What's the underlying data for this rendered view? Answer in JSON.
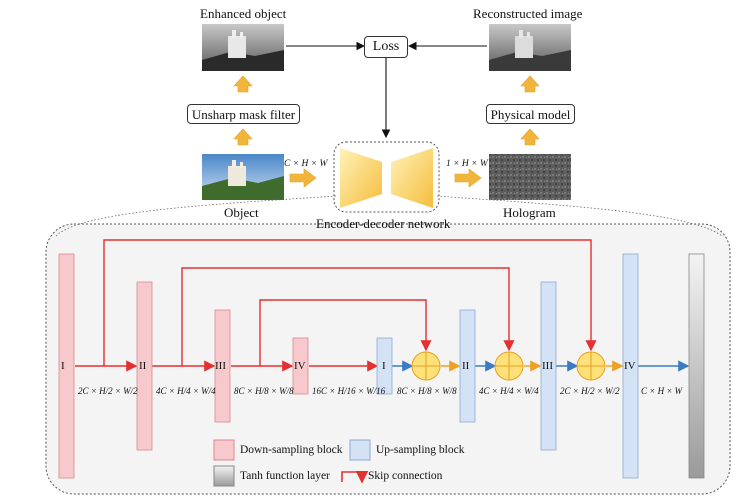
{
  "top": {
    "enhanced_label": "Enhanced object",
    "reconstructed_label": "Reconstructed image",
    "loss_label": "Loss",
    "unsharp_label": "Unsharp mask filter",
    "physical_label": "Physical model",
    "object_label": "Object",
    "hologram_label": "Hologram",
    "encdec_label": "Encoder-decoder network",
    "input_dim": "C × H × W",
    "output_dim": "1 × H × W"
  },
  "network": {
    "blocks": {
      "down_1": "I",
      "down_2": "II",
      "down_3": "III",
      "down_4": "IV",
      "up_1": "I",
      "up_2": "II",
      "up_3": "III",
      "up_4": "IV"
    },
    "dims": {
      "d1": "2C × H/2 × W/2",
      "d2": "4C × H/4 × W/4",
      "d3": "8C × H/8 × W/8",
      "d4": "16C × H/16 × W/16",
      "u1": "8C × H/8 × W/8",
      "u2": "4C × H/4 × W/4",
      "u3": "2C × H/2 × W/2",
      "u4": "C × H × W"
    }
  },
  "legend": {
    "down": "Down-sampling block",
    "up": "Up-sampling block",
    "tanh": "Tanh function layer",
    "skip": "Skip connection"
  },
  "colors": {
    "down_fill": "#f7c9cc",
    "down_stroke": "#d98a90",
    "up_fill": "#d4e2f5",
    "up_stroke": "#8fa9d1",
    "red_arrow": "#e53030",
    "blue_arrow": "#3a7bc4",
    "orange_arrow": "#f0a020",
    "sum_fill": "#ffe17a"
  }
}
